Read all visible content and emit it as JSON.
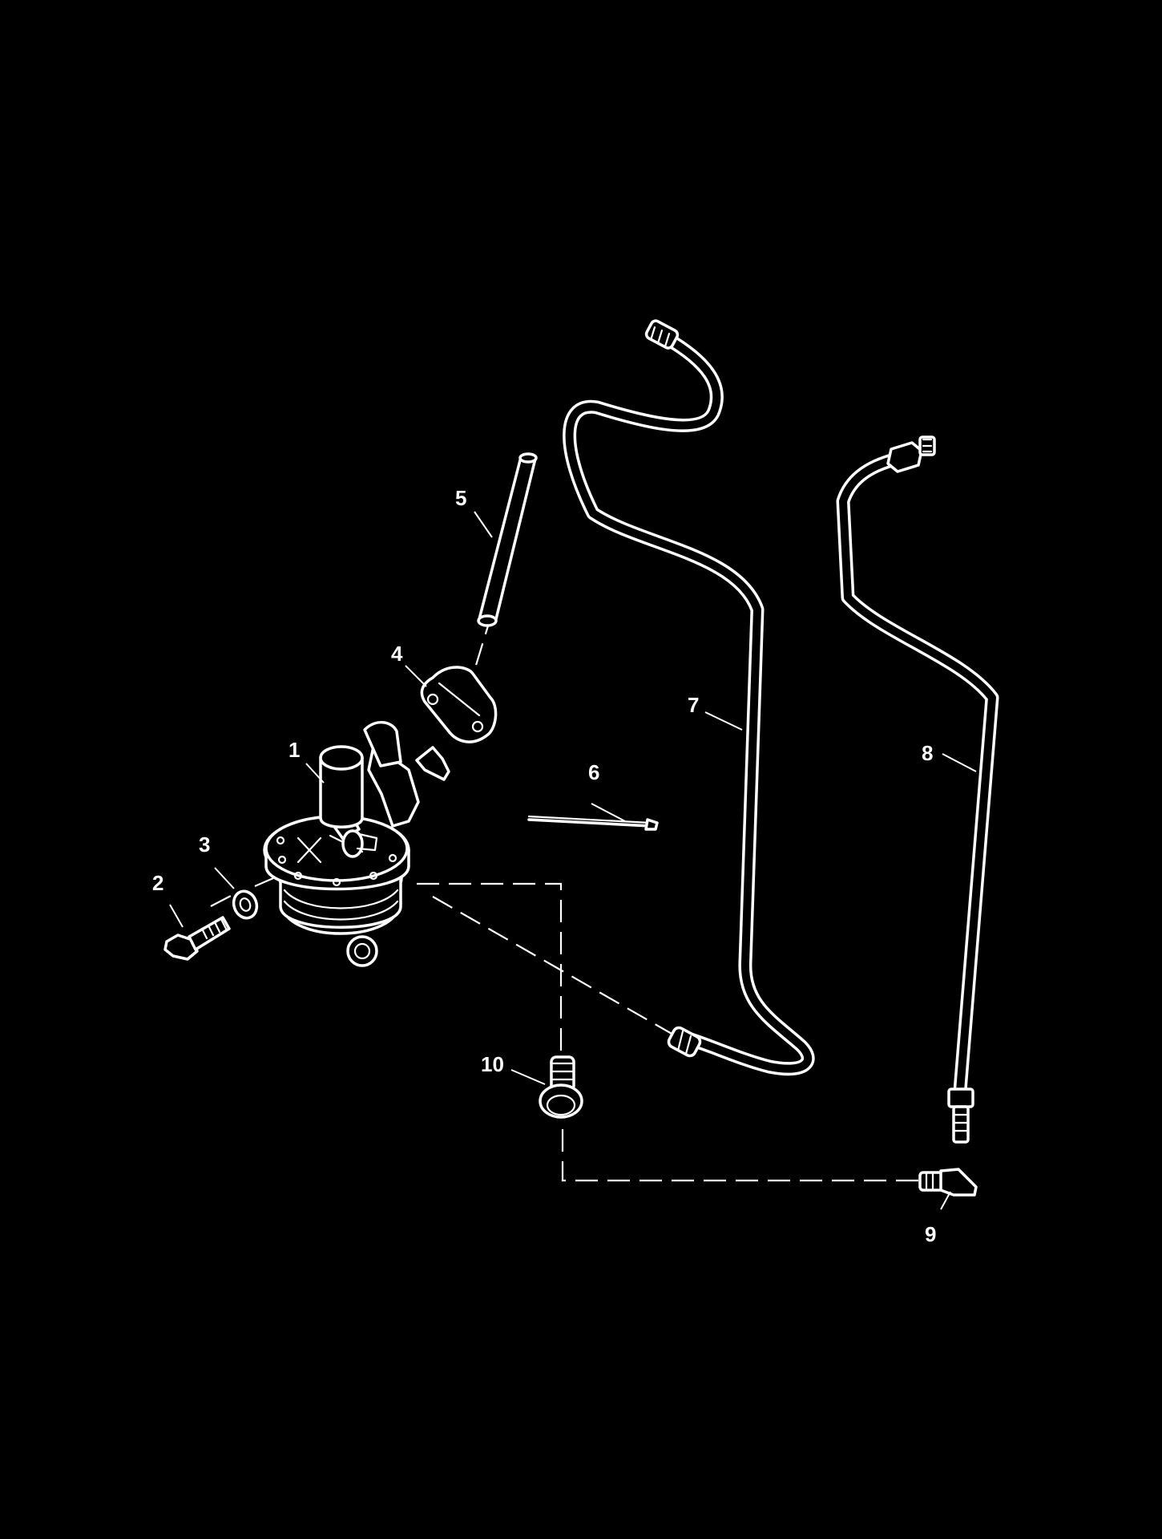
{
  "diagram": {
    "background": "#000000",
    "line_color": "#ffffff",
    "callouts": [
      {
        "id": "c1",
        "label": "1"
      },
      {
        "id": "c2",
        "label": "2"
      },
      {
        "id": "c3",
        "label": "3"
      },
      {
        "id": "c4",
        "label": "4"
      },
      {
        "id": "c5",
        "label": "5"
      },
      {
        "id": "c6",
        "label": "6"
      },
      {
        "id": "c7",
        "label": "7"
      },
      {
        "id": "c8",
        "label": "8"
      },
      {
        "id": "c9",
        "label": "9"
      },
      {
        "id": "c10",
        "label": "10"
      }
    ]
  }
}
